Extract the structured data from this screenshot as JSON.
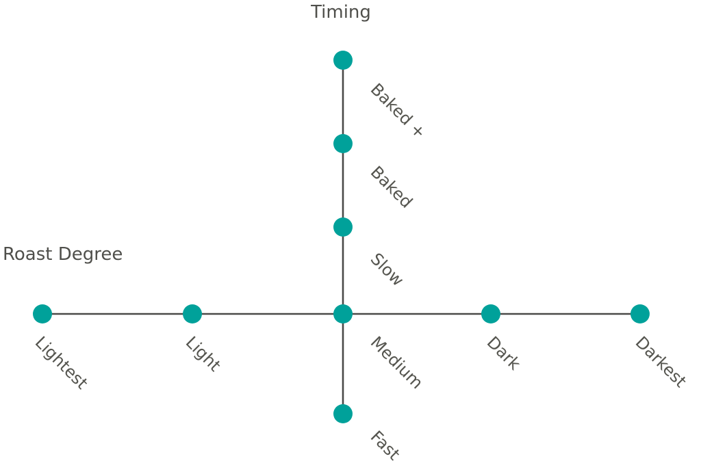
{
  "diagram": {
    "axes": {
      "roast": {
        "title": "Roast Degree",
        "levels": [
          "Lightest",
          "Light",
          "Medium",
          "Dark",
          "Darkest"
        ]
      },
      "timing": {
        "title": "Timing",
        "levels": [
          "Fast",
          "Medium",
          "Slow",
          "Baked",
          "Baked +"
        ]
      }
    },
    "colors": {
      "node": "#00a19a",
      "line": "#4a4a48",
      "text": "#55554f"
    }
  }
}
